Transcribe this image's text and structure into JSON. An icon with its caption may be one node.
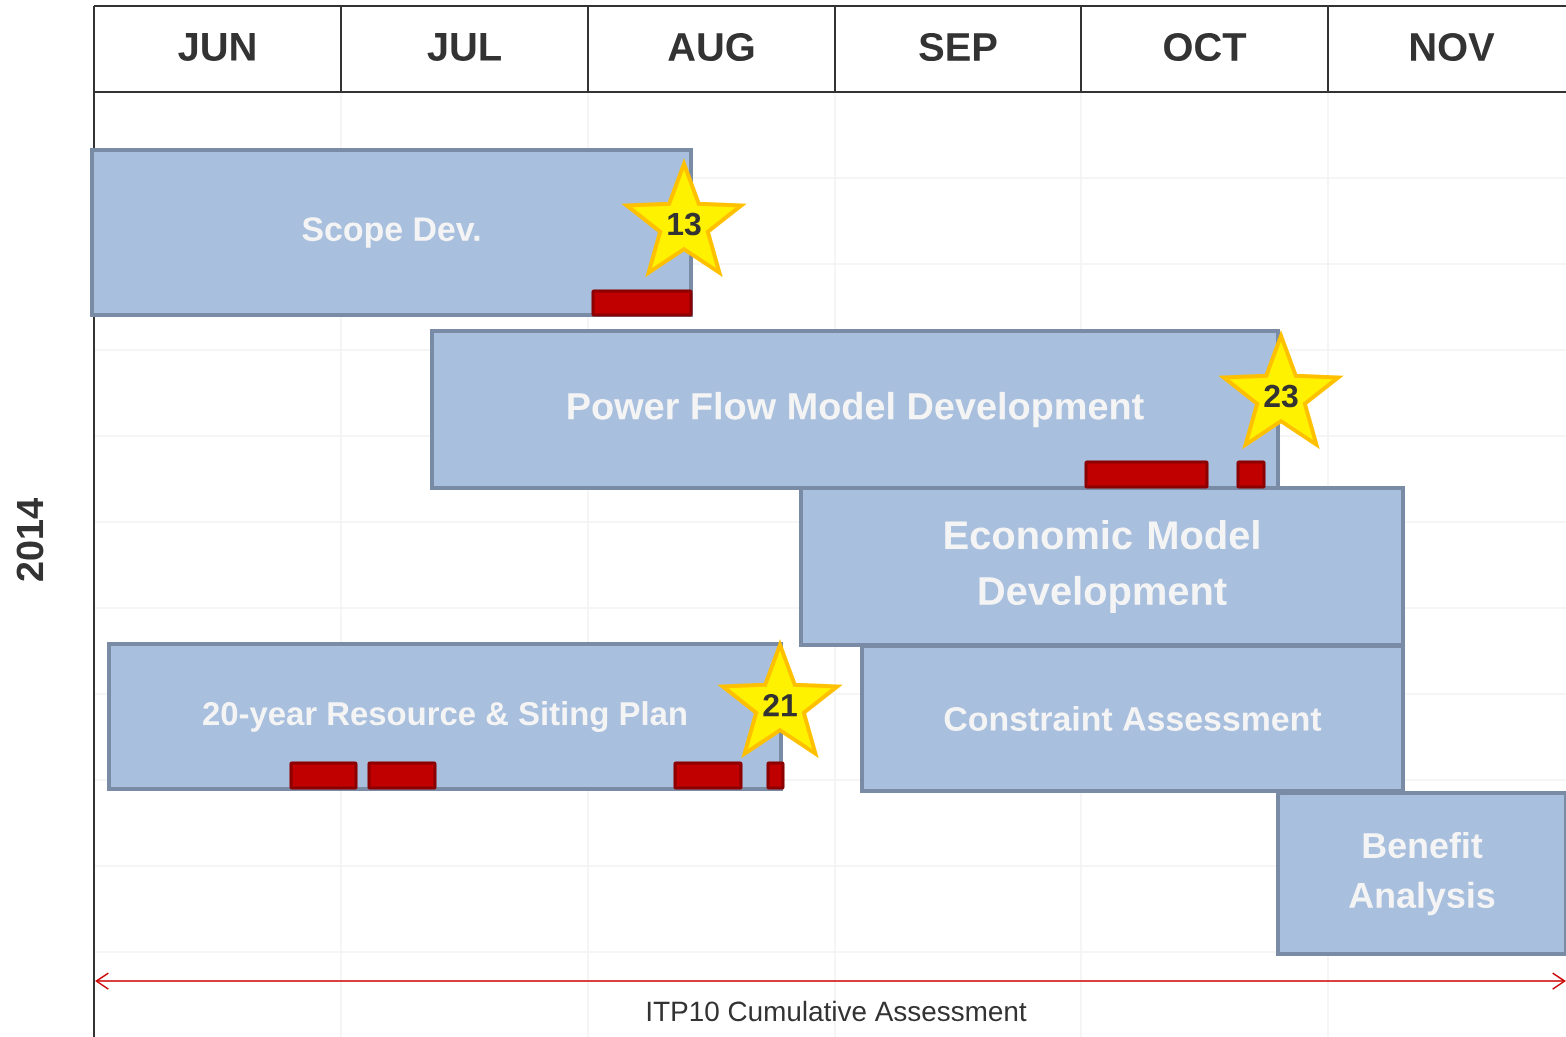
{
  "diagram": {
    "nodes": [
      {
        "text": [
          "Scope Dev."
        ]
      },
      {
        "text": [],
        "shape": "bar",
        "in": 0
      },
      {
        "text": [
          "13"
        ]
      },
      {
        "text": [
          "Power Flow Model Development"
        ]
      },
      {
        "text": [],
        "shape": "bar",
        "in": 3
      },
      {
        "text": [],
        "shape": "bar",
        "in": 3
      },
      {
        "text": [
          "23"
        ]
      },
      {
        "text": [
          "Economic Model Development"
        ]
      },
      {
        "text": [
          "20-year Resource & Siting Plan"
        ]
      },
      {
        "text": [],
        "shape": "bar",
        "in": 8
      },
      {
        "text": [],
        "shape": "bar",
        "in": 8
      },
      {
        "text": [],
        "shape": "bar",
        "in": 8
      },
      {
        "text": [],
        "shape": "bar",
        "in": 8
      },
      {
        "text": [
          "21"
        ]
      },
      {
        "text": [
          "Constraint Assessment"
        ]
      },
      {
        "text": [
          "Benefit Analysis"
        ]
      }
    ],
    "edges": [],
    "labels": [
      "JUN",
      "JUL",
      "AUG",
      "SEP",
      "OCT",
      "NOV",
      "2014",
      "ITP10 Cumulative Assessment"
    ]
  }
}
